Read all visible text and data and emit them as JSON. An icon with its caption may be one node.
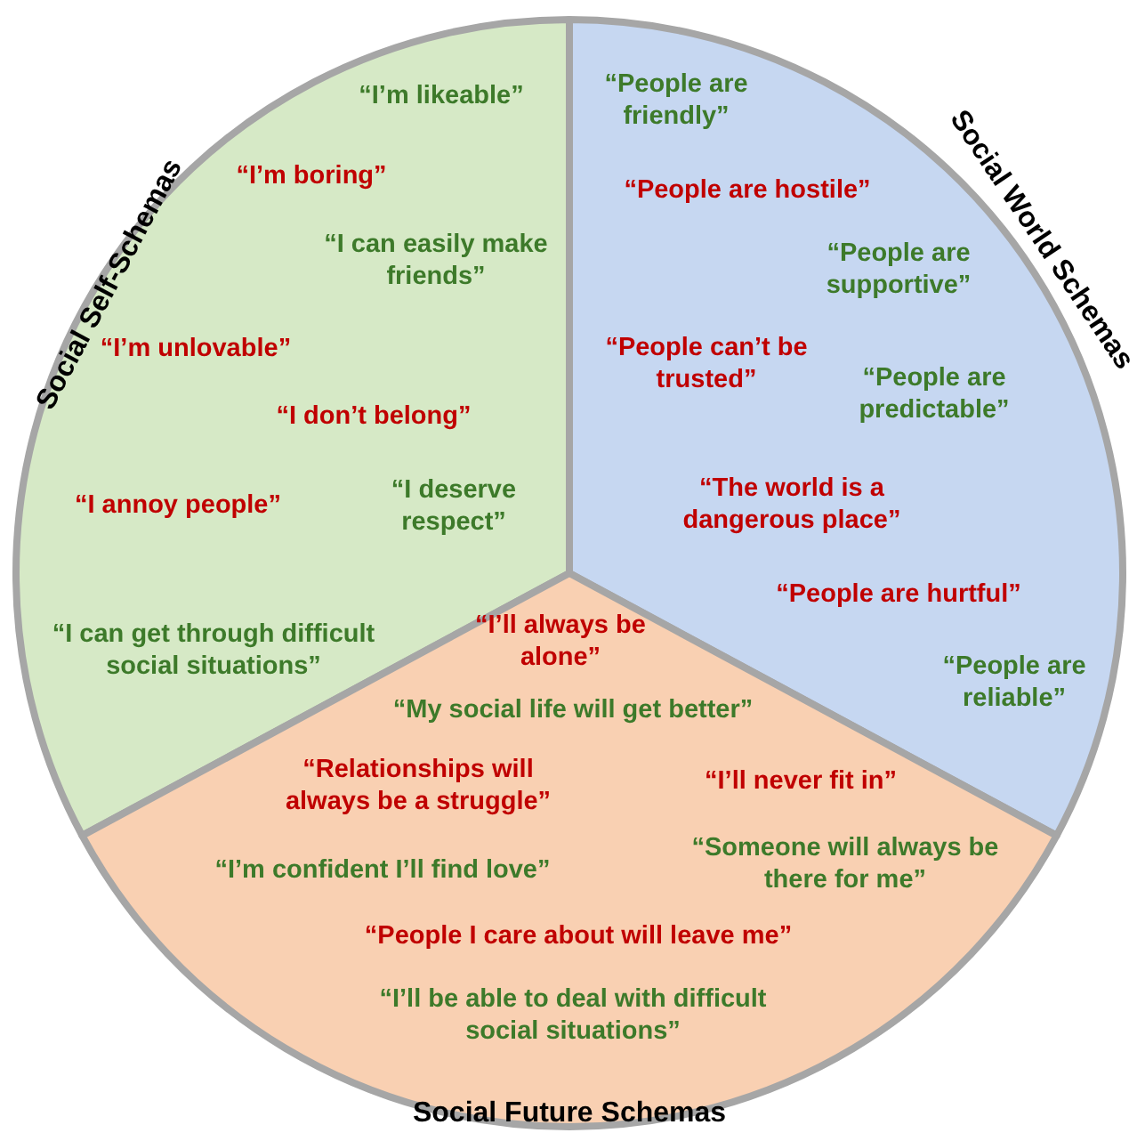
{
  "diagram": {
    "nodes": [
      {
        "text": [
          "Social Self-Schemas",
          "“I’m likeable”",
          "“I’m boring”",
          "“I can easily make friends”",
          "“I’m unlovable”",
          "“I don’t belong”",
          "“I annoy people”",
          "“I deserve respect”",
          "“I can get through difficult social situations”"
        ]
      },
      {
        "text": [
          "Social World Schemas",
          "“People are friendly”",
          "“People are hostile”",
          "“People are supportive”",
          "“People can’t be trusted”",
          "“People are predictable”",
          "“The world is a dangerous place”",
          "“People are hurtful”",
          "“People are reliable”"
        ]
      },
      {
        "text": [
          "“I’ll always be alone”",
          "“My social life will get better”",
          "“Relationships will always be a struggle”",
          "“I’ll never fit in”",
          "“I’m confident I’ll find love”",
          "“Someone will always be there for me”",
          "“People I care about will leave me”",
          "“I’ll be able to deal with difficult social situations”",
          "Social Future Schemas"
        ]
      }
    ]
  }
}
